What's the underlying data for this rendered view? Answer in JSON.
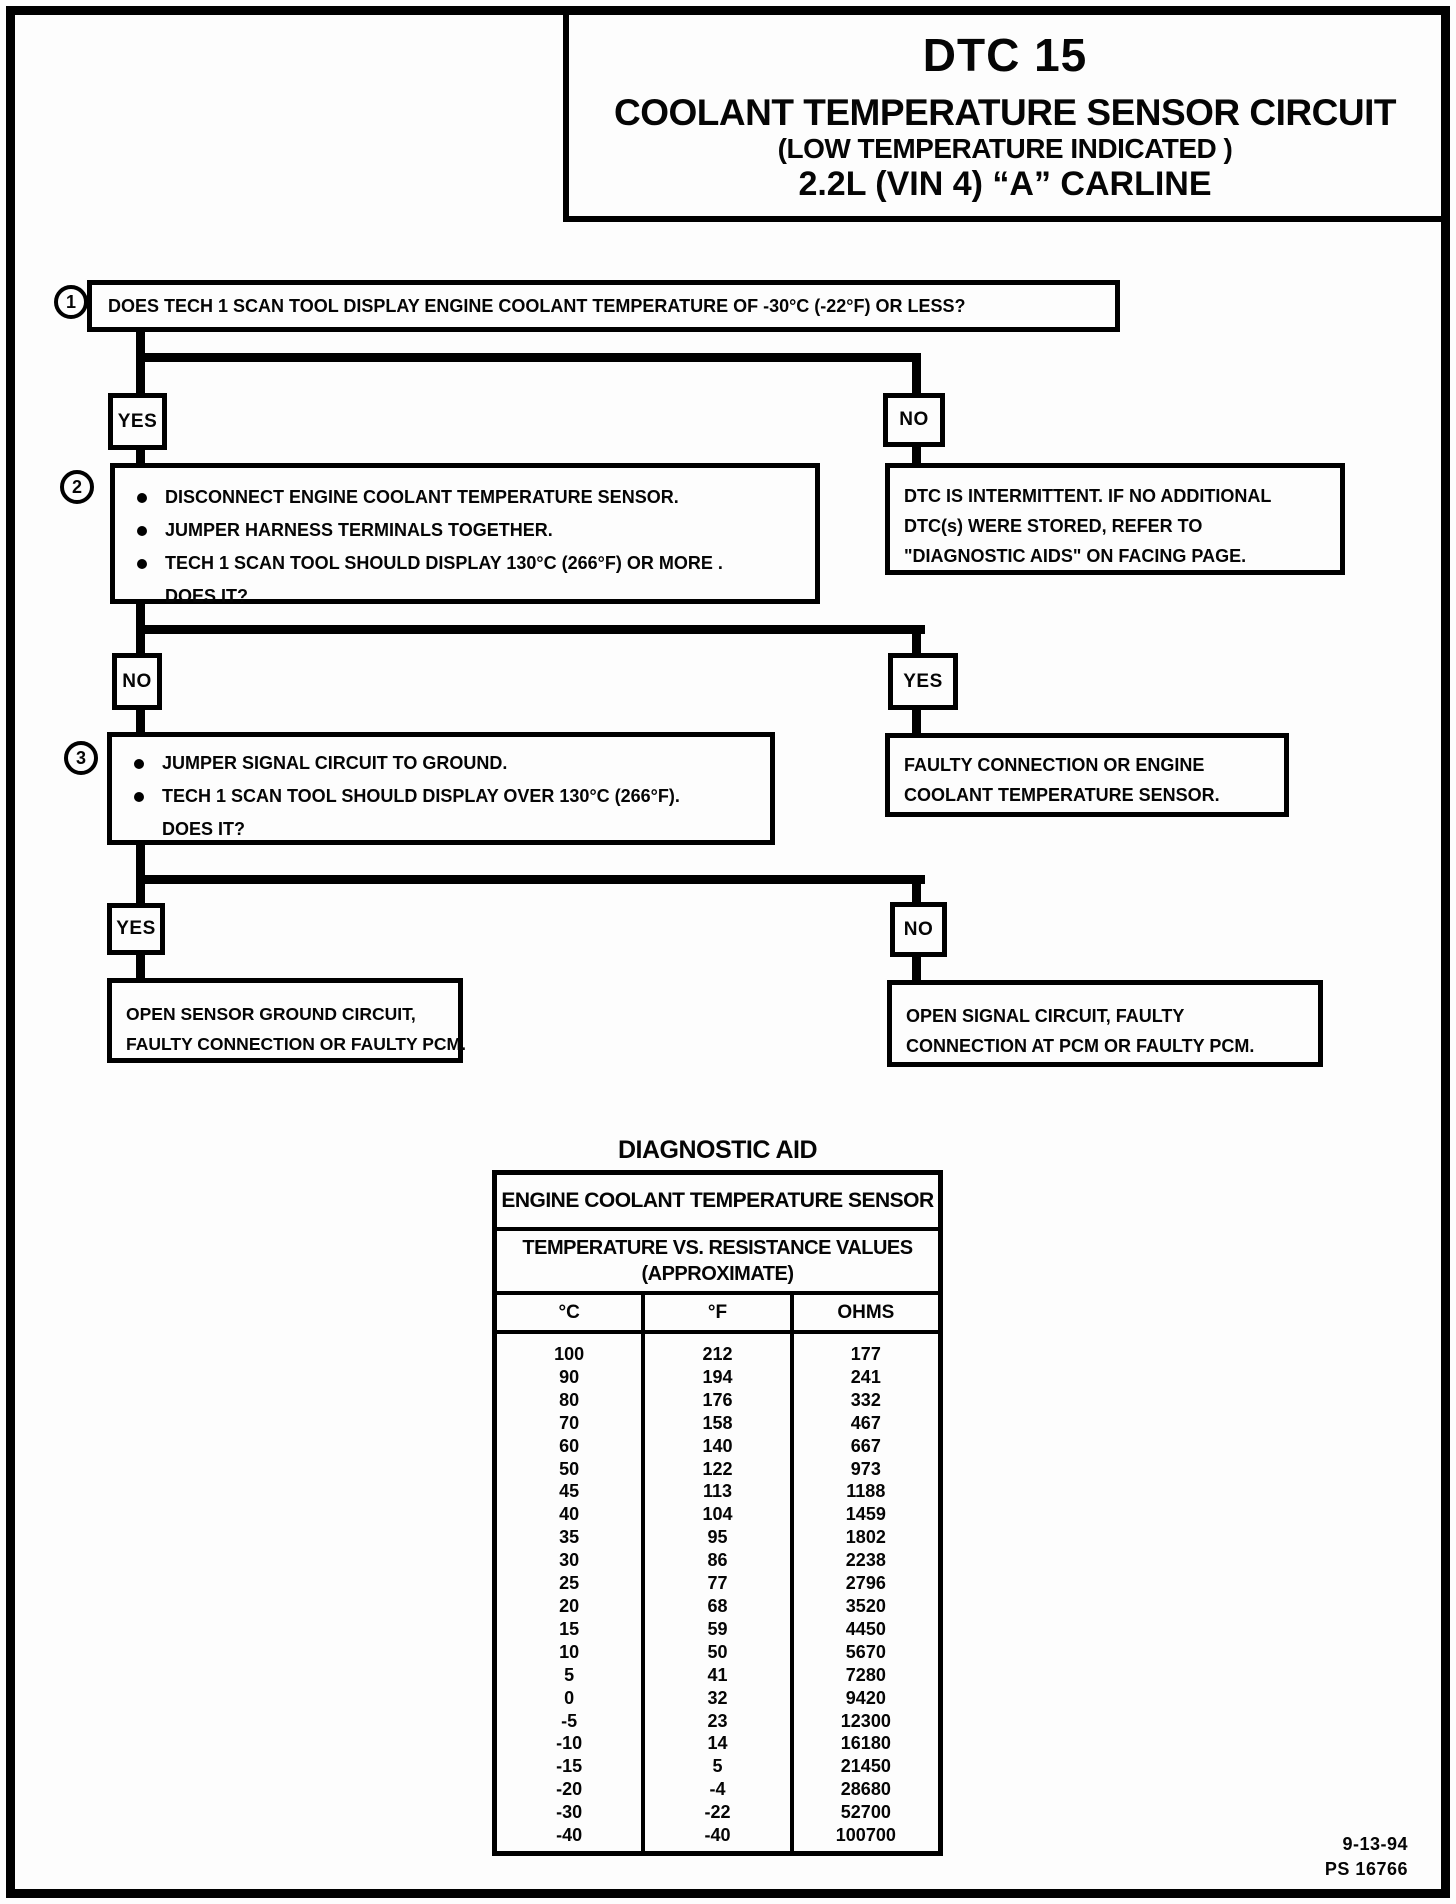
{
  "header": {
    "dtc_title": "DTC 15",
    "subtitle1": "COOLANT TEMPERATURE SENSOR CIRCUIT",
    "subtitle2": "(LOW TEMPERATURE INDICATED )",
    "subtitle3": "2.2L  (VIN 4)  “A”  CARLINE"
  },
  "flowchart": {
    "step1": {
      "number": "1",
      "question": "DOES TECH 1 SCAN TOOL DISPLAY ENGINE COOLANT TEMPERATURE OF -30°C  (-22°F) OR LESS?"
    },
    "branch1": {
      "yes": "YES",
      "no": "NO"
    },
    "step2": {
      "number": "2",
      "bullet1": "DISCONNECT ENGINE COOLANT TEMPERATURE SENSOR.",
      "bullet2": "JUMPER HARNESS TERMINALS TOGETHER.",
      "bullet3": "TECH 1 SCAN TOOL SHOULD DISPLAY 130°C (266°F) OR MORE .",
      "question": "DOES IT?"
    },
    "intermittent_box": {
      "line1": "DTC IS INTERMITTENT.  IF NO ADDITIONAL",
      "line2": "DTC(s) WERE STORED, REFER TO",
      "line3": "\"DIAGNOSTIC AIDS\" ON FACING PAGE."
    },
    "branch2": {
      "no": "NO",
      "yes": "YES"
    },
    "step3": {
      "number": "3",
      "bullet1": "JUMPER SIGNAL CIRCUIT TO GROUND.",
      "bullet2": "TECH 1 SCAN TOOL SHOULD DISPLAY OVER 130°C (266°F).",
      "question": "DOES IT?"
    },
    "faulty_sensor_box": {
      "line1": "FAULTY CONNECTION OR ENGINE",
      "line2": "COOLANT TEMPERATURE SENSOR."
    },
    "branch3": {
      "yes": "YES",
      "no": "NO"
    },
    "open_ground_box": {
      "line1": "OPEN SENSOR GROUND CIRCUIT,",
      "line2": "FAULTY CONNECTION OR FAULTY PCM."
    },
    "open_signal_box": {
      "line1": "OPEN SIGNAL CIRCUIT, FAULTY",
      "line2": "CONNECTION AT PCM OR FAULTY PCM."
    }
  },
  "diagnostic_aid": {
    "heading": "DIAGNOSTIC AID",
    "table_title": "ENGINE COOLANT TEMPERATURE SENSOR",
    "table_subtitle1": "TEMPERATURE VS. RESISTANCE VALUES",
    "table_subtitle2": "(APPROXIMATE)",
    "columns": [
      "°C",
      "°F",
      "OHMS"
    ],
    "rows": [
      [
        "100",
        "212",
        "177"
      ],
      [
        "90",
        "194",
        "241"
      ],
      [
        "80",
        "176",
        "332"
      ],
      [
        "70",
        "158",
        "467"
      ],
      [
        "60",
        "140",
        "667"
      ],
      [
        "50",
        "122",
        "973"
      ],
      [
        "45",
        "113",
        "1188"
      ],
      [
        "40",
        "104",
        "1459"
      ],
      [
        "35",
        "95",
        "1802"
      ],
      [
        "30",
        "86",
        "2238"
      ],
      [
        "25",
        "77",
        "2796"
      ],
      [
        "20",
        "68",
        "3520"
      ],
      [
        "15",
        "59",
        "4450"
      ],
      [
        "10",
        "50",
        "5670"
      ],
      [
        "5",
        "41",
        "7280"
      ],
      [
        "0",
        "32",
        "9420"
      ],
      [
        "-5",
        "23",
        "12300"
      ],
      [
        "-10",
        "14",
        "16180"
      ],
      [
        "-15",
        "5",
        "21450"
      ],
      [
        "-20",
        "-4",
        "28680"
      ],
      [
        "-30",
        "-22",
        "52700"
      ],
      [
        "-40",
        "-40",
        "100700"
      ]
    ]
  },
  "footer": {
    "date": "9-13-94",
    "doc_number": "PS 16766"
  }
}
